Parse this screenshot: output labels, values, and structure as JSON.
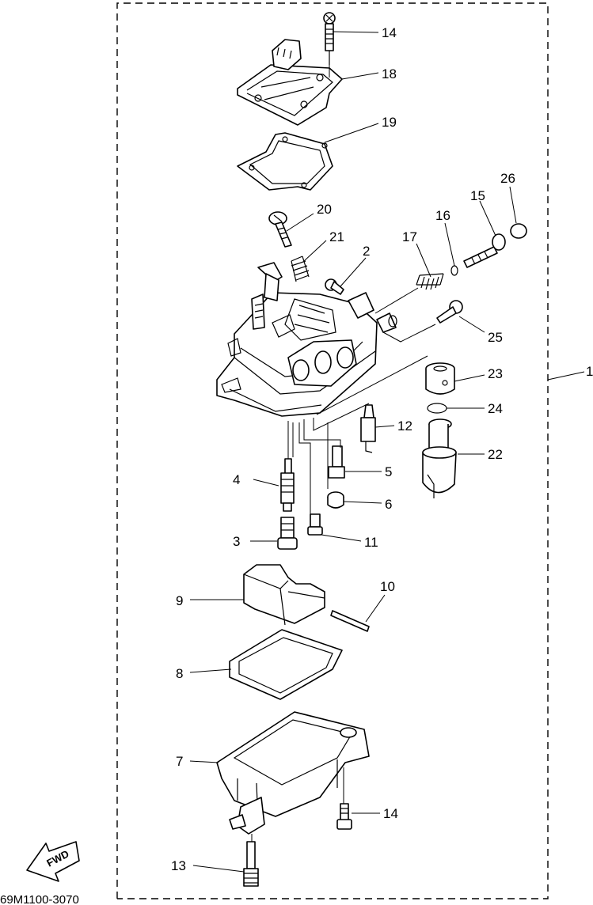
{
  "diagram": {
    "drawing_code": "69M1100-3070",
    "direction_marker": "FWD",
    "callouts": [
      {
        "id": "c1",
        "label": "1"
      },
      {
        "id": "c2",
        "label": "2"
      },
      {
        "id": "c3",
        "label": "3"
      },
      {
        "id": "c4",
        "label": "4"
      },
      {
        "id": "c5",
        "label": "5"
      },
      {
        "id": "c6",
        "label": "6"
      },
      {
        "id": "c7",
        "label": "7"
      },
      {
        "id": "c8",
        "label": "8"
      },
      {
        "id": "c9",
        "label": "9"
      },
      {
        "id": "c10",
        "label": "10"
      },
      {
        "id": "c11",
        "label": "11"
      },
      {
        "id": "c12",
        "label": "12"
      },
      {
        "id": "c13",
        "label": "13"
      },
      {
        "id": "c14a",
        "label": "14"
      },
      {
        "id": "c14b",
        "label": "14"
      },
      {
        "id": "c15",
        "label": "15"
      },
      {
        "id": "c16",
        "label": "16"
      },
      {
        "id": "c17",
        "label": "17"
      },
      {
        "id": "c18",
        "label": "18"
      },
      {
        "id": "c19",
        "label": "19"
      },
      {
        "id": "c20",
        "label": "20"
      },
      {
        "id": "c21",
        "label": "21"
      },
      {
        "id": "c22",
        "label": "22"
      },
      {
        "id": "c23",
        "label": "23"
      },
      {
        "id": "c24",
        "label": "24"
      },
      {
        "id": "c25",
        "label": "25"
      },
      {
        "id": "c26",
        "label": "26"
      }
    ]
  }
}
